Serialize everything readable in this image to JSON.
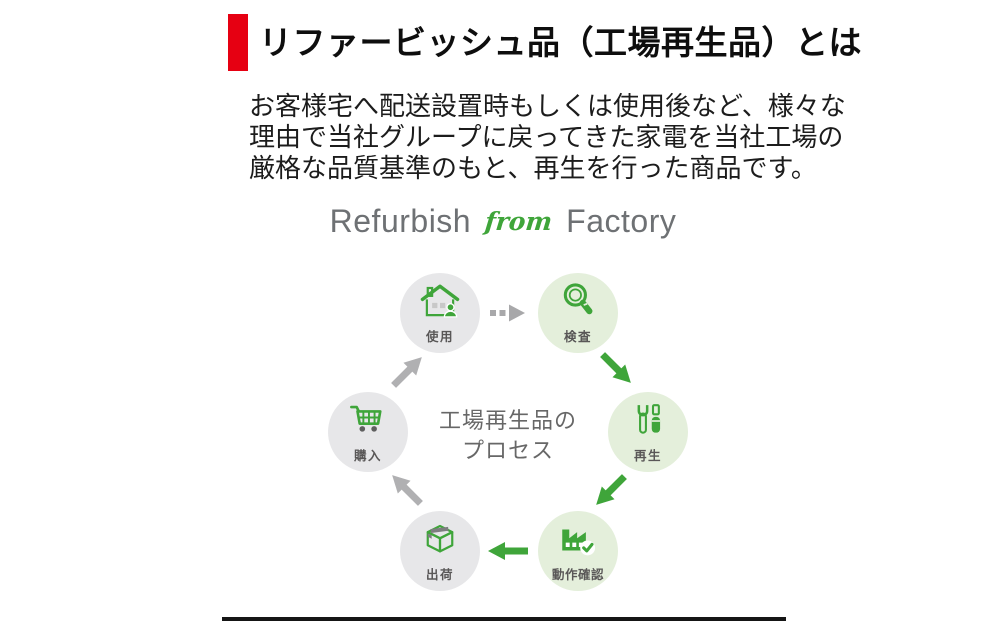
{
  "colors": {
    "green": "#3fa53a",
    "light_green": "#e4efdb",
    "circle_gray": "#e7e7e9",
    "arrow_gray": "#b0b0b2",
    "dashed_arrow_gray": "#a8a8aa",
    "label_gray": "#595757",
    "text_dark": "#1c1c1c",
    "red": "#e60012",
    "logo_gray": "#6e7174",
    "center_gray": "#676767",
    "rule_black": "#151515"
  },
  "header": {
    "title": "リファービッシュ品（工場再生品）とは"
  },
  "intro": {
    "lines": [
      "お客様宅へ配送設置時もしくは使用後など、様々な",
      "理由で当社グループに戻ってきた家電を当社工場の",
      "厳格な品質基準のもと、再生を行った商品です。"
    ]
  },
  "logo": {
    "refurbish": "Refurbish",
    "from": "from",
    "factory": "Factory"
  },
  "process": {
    "center_line1": "工場再生品の",
    "center_line2": "プロセス",
    "steps": [
      {
        "label": "使用",
        "icon": "house-user-icon",
        "bg": "gray"
      },
      {
        "label": "検査",
        "icon": "magnifier-icon",
        "bg": "green"
      },
      {
        "label": "再生",
        "icon": "wrench-screwdriver-icon",
        "bg": "green"
      },
      {
        "label": "動作確認",
        "icon": "factory-check-icon",
        "bg": "green"
      },
      {
        "label": "出荷",
        "icon": "shipping-box-icon",
        "bg": "gray"
      },
      {
        "label": "購入",
        "icon": "shopping-cart-icon",
        "bg": "gray"
      }
    ]
  }
}
